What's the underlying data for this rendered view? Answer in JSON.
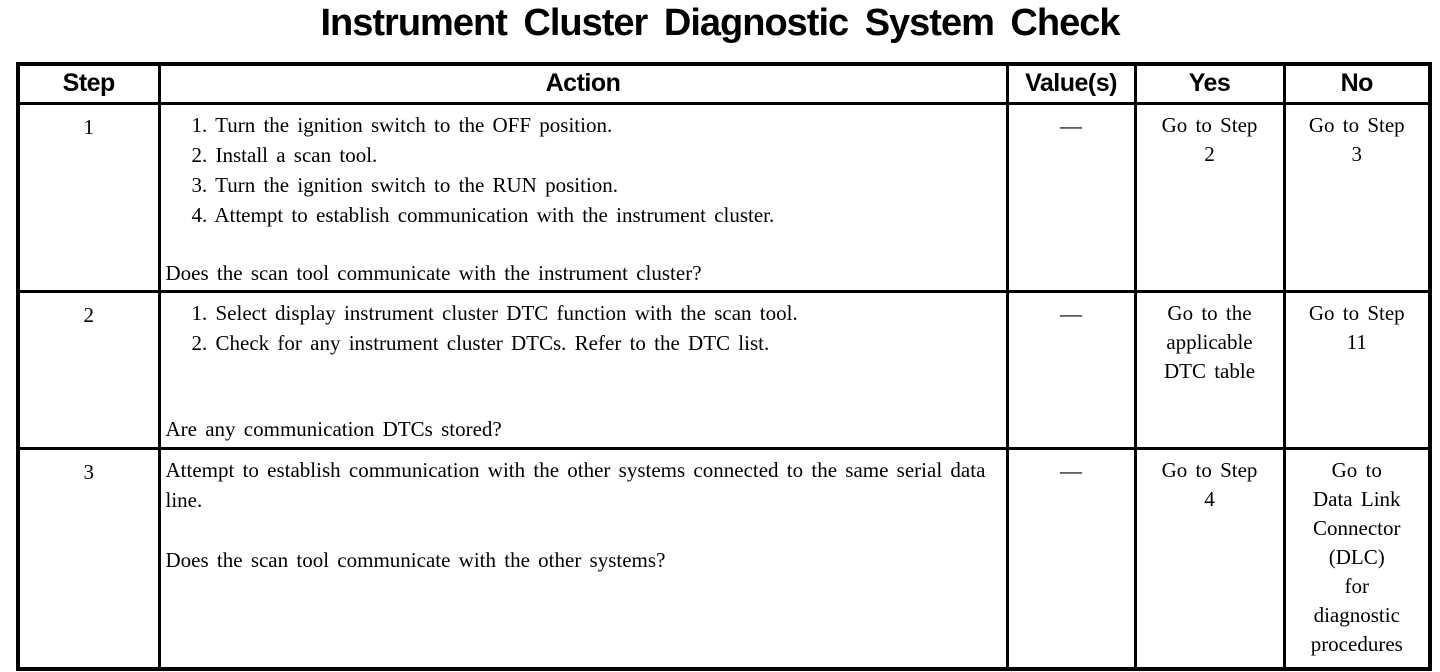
{
  "title": "Instrument Cluster Diagnostic System Check",
  "table": {
    "headers": [
      "Step",
      "Action",
      "Value(s)",
      "Yes",
      "No"
    ],
    "rows": [
      {
        "step": "1",
        "action_list": [
          "1. Turn the ignition switch to the OFF position.",
          "2. Install a scan tool.",
          "3. Turn the ignition switch to the RUN position.",
          "4. Attempt to establish communication with the instrument cluster."
        ],
        "question": "Does the scan tool communicate with the instrument cluster?",
        "values": "—",
        "yes": "Go to Step\n2",
        "no": "Go to Step\n3"
      },
      {
        "step": "2",
        "action_list": [
          "1. Select display instrument cluster DTC function with the scan tool.",
          "2. Check for any instrument cluster DTCs. Refer to the DTC list."
        ],
        "question": "Are any communication DTCs stored?",
        "values": "—",
        "yes": "Go to the\napplicable\nDTC table",
        "no": "Go to Step\n11"
      },
      {
        "step": "3",
        "action_intro": "Attempt to establish communication with the other systems connected to the same serial data line.",
        "question": "Does the scan tool communicate with the other systems?",
        "values": "—",
        "yes": "Go to Step\n4",
        "no": "Go to\nData Link\nConnector\n(DLC)\nfor\ndiagnostic\nprocedures"
      }
    ]
  }
}
